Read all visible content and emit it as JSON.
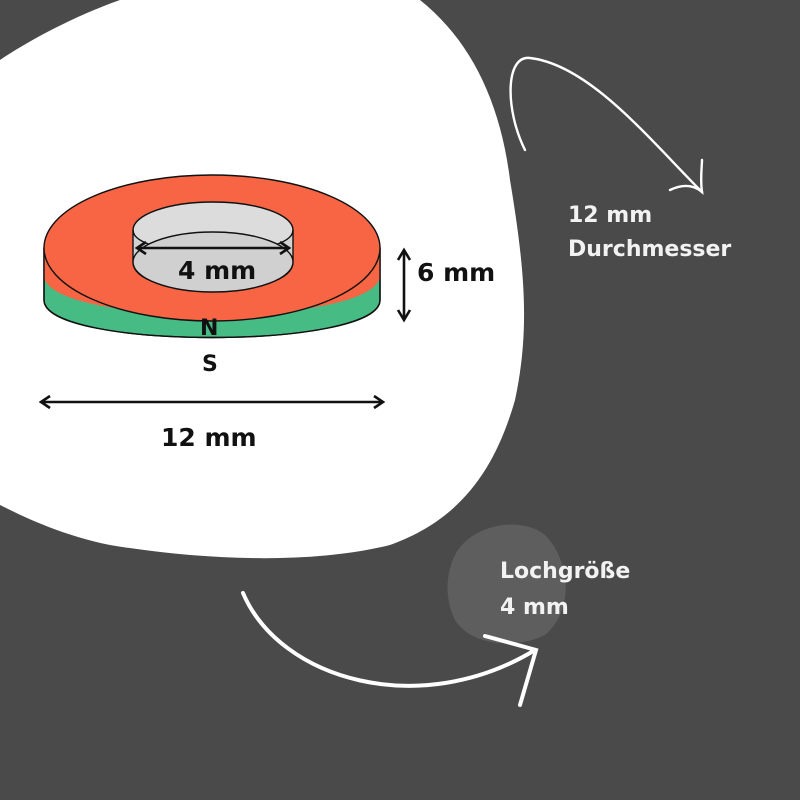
{
  "colors": {
    "background": "#4a4a4a",
    "blob": "#ffffff",
    "north": "#f76544",
    "south": "#46bb84",
    "hole": "#d2d2d2",
    "highlight_blob": "#5e5e5e",
    "text_dark": "#111111",
    "text_light": "#f2f2f2"
  },
  "magnet": {
    "hole_label": "4 mm",
    "height_label": "6 mm",
    "diameter_label": "12 mm",
    "north_pole": "N",
    "south_pole": "S"
  },
  "callouts": {
    "diameter": {
      "line1": "12 mm",
      "line2": "Durchmesser"
    },
    "hole": {
      "line1": "Lochgröße",
      "line2": "4 mm"
    }
  }
}
